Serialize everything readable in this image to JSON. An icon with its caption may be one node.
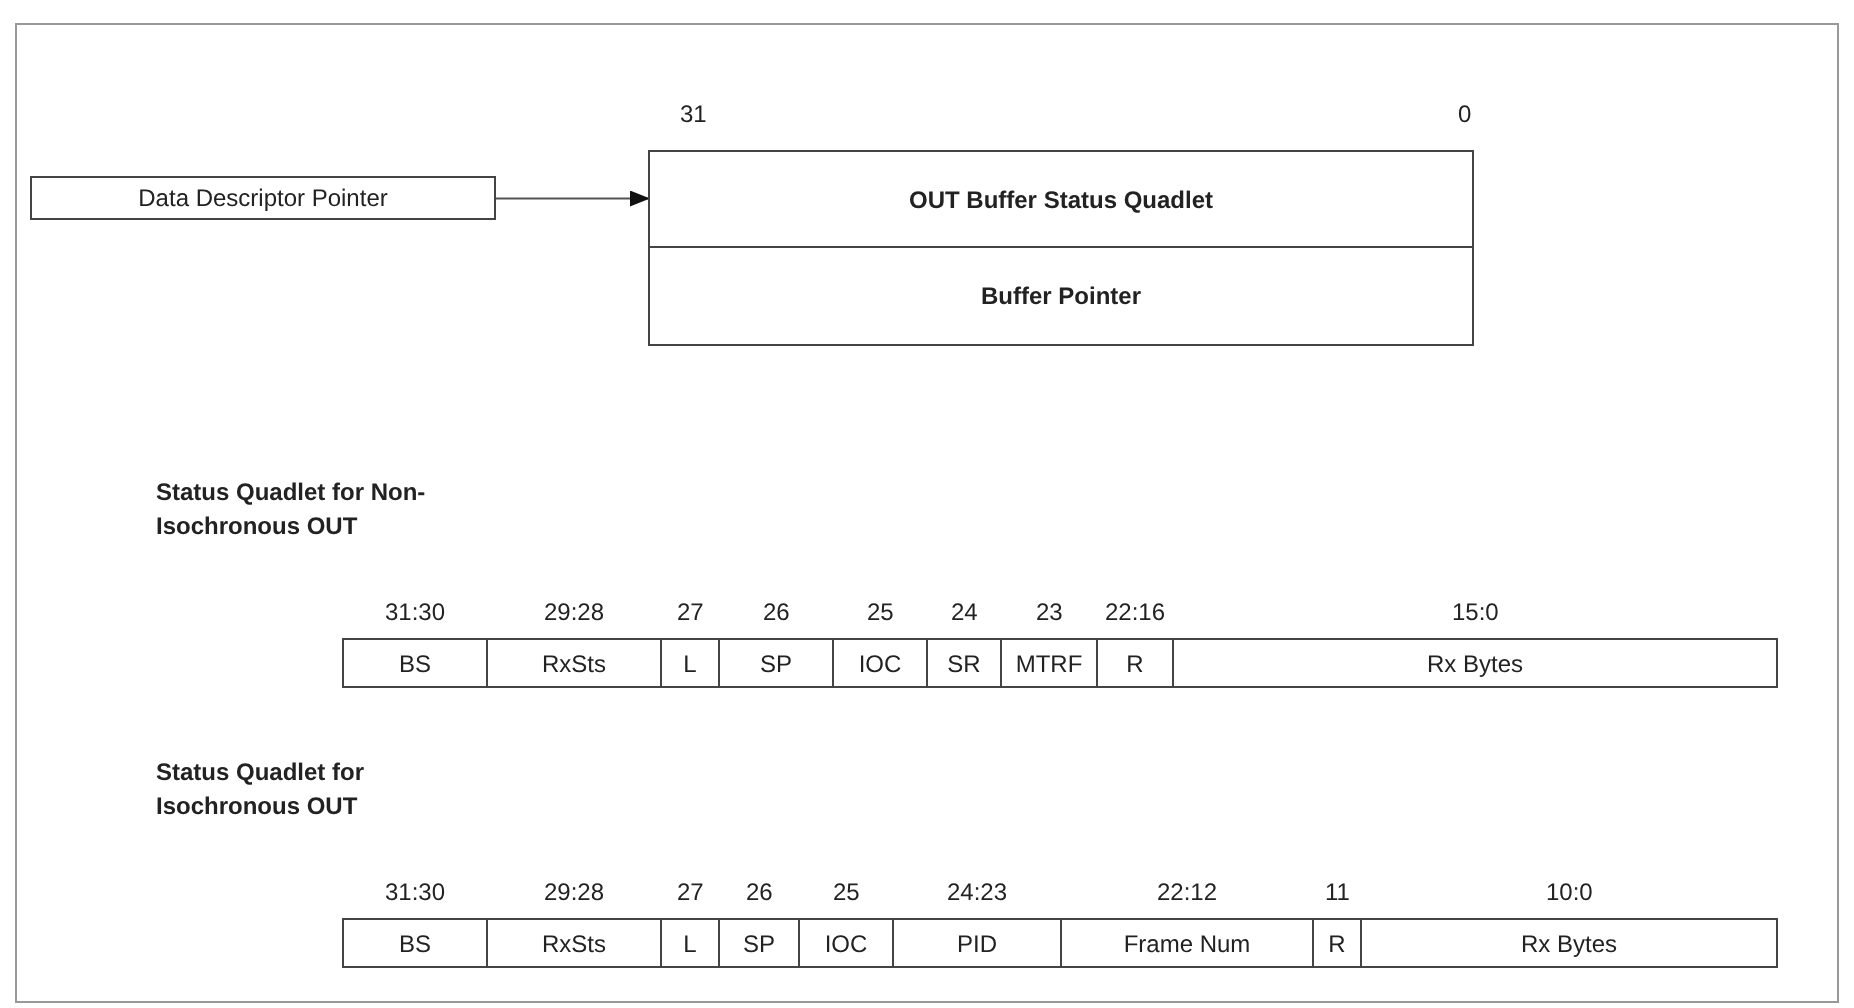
{
  "diagram": {
    "nodes": [
      {
        "text": [
          "Data Descriptor Pointer"
        ]
      },
      {
        "text": [
          "OUT Buffer Status Quadlet"
        ]
      },
      {
        "text": [
          "Buffer Pointer"
        ]
      },
      {
        "text": [
          "BS"
        ],
        "beside": [
          "31:30"
        ]
      },
      {
        "text": [
          "RxSts"
        ],
        "beside": [
          "29:28"
        ]
      },
      {
        "text": [
          "L"
        ],
        "beside": [
          "27"
        ]
      },
      {
        "text": [
          "SP"
        ],
        "beside": [
          "26"
        ]
      },
      {
        "text": [
          "IOC"
        ],
        "beside": [
          "25"
        ]
      },
      {
        "text": [
          "SR"
        ],
        "beside": [
          "24"
        ]
      },
      {
        "text": [
          "MTRF"
        ],
        "beside": [
          "23"
        ]
      },
      {
        "text": [
          "R"
        ],
        "beside": [
          "22:16"
        ]
      },
      {
        "text": [
          "Rx Bytes"
        ],
        "beside": [
          "15:0"
        ]
      },
      {
        "text": [
          "BS"
        ],
        "beside": [
          "31:30"
        ]
      },
      {
        "text": [
          "RxSts"
        ],
        "beside": [
          "29:28"
        ]
      },
      {
        "text": [
          "L"
        ],
        "beside": [
          "27"
        ]
      },
      {
        "text": [
          "SP"
        ],
        "beside": [
          "26"
        ]
      },
      {
        "text": [
          "IOC"
        ],
        "beside": [
          "25"
        ]
      },
      {
        "text": [
          "PID"
        ],
        "beside": [
          "24:23"
        ]
      },
      {
        "text": [
          "Frame Num"
        ],
        "beside": [
          "22:12"
        ]
      },
      {
        "text": [
          "R"
        ],
        "beside": [
          "11"
        ]
      },
      {
        "text": [
          "Rx Bytes"
        ],
        "beside": [
          "10:0"
        ]
      }
    ],
    "edges": [
      {
        "from": 0,
        "to": 1,
        "arrow": "to"
      }
    ],
    "labels": [
      "31",
      "0",
      "Status Quadlet for Non-Isochronous OUT",
      "Status Quadlet for Isochronous OUT"
    ]
  }
}
